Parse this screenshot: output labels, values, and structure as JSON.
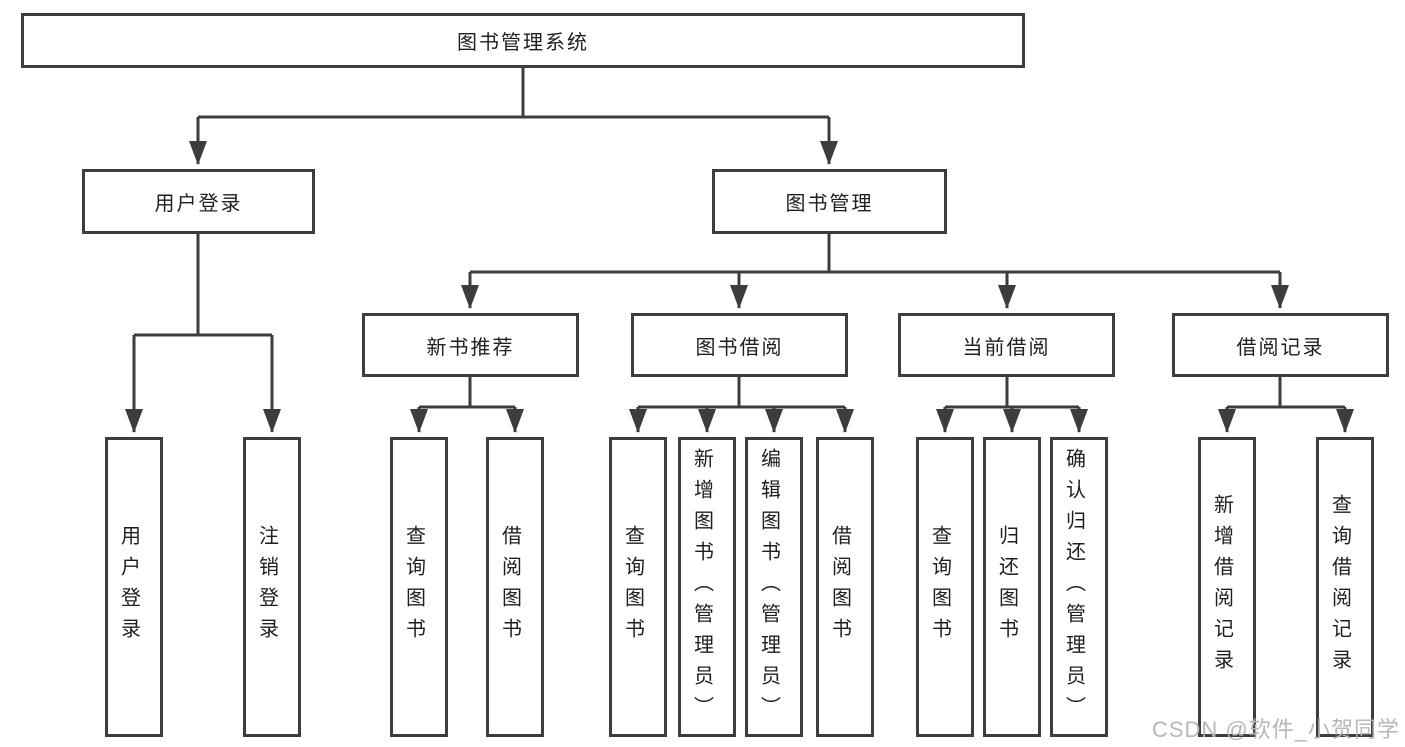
{
  "colors": {
    "background": "#ffffff",
    "line": "#3d3d3d",
    "box_border": "#3d3d3d",
    "text": "#1f1f1f",
    "watermark": "#b4b4b4"
  },
  "watermark": {
    "text": "CSDN @软件_小贺同学"
  },
  "tree": {
    "label": "图书管理系统",
    "children": [
      {
        "label": "用户登录",
        "children": [
          {
            "label": "用户登录"
          },
          {
            "label": "注销登录"
          }
        ]
      },
      {
        "label": "图书管理",
        "children": [
          {
            "label": "新书推荐",
            "children": [
              {
                "label": "查询图书"
              },
              {
                "label": "借阅图书"
              }
            ]
          },
          {
            "label": "图书借阅",
            "children": [
              {
                "label": "查询图书"
              },
              {
                "label": "新增图书（管理员）"
              },
              {
                "label": "编辑图书（管理员）"
              },
              {
                "label": "借阅图书"
              }
            ]
          },
          {
            "label": "当前借阅",
            "children": [
              {
                "label": "查询图书"
              },
              {
                "label": "归还图书"
              },
              {
                "label": "确认归还（管理员）"
              }
            ]
          },
          {
            "label": "借阅记录",
            "children": [
              {
                "label": "新增借阅记录"
              },
              {
                "label": "查询借阅记录"
              }
            ]
          }
        ]
      }
    ]
  }
}
